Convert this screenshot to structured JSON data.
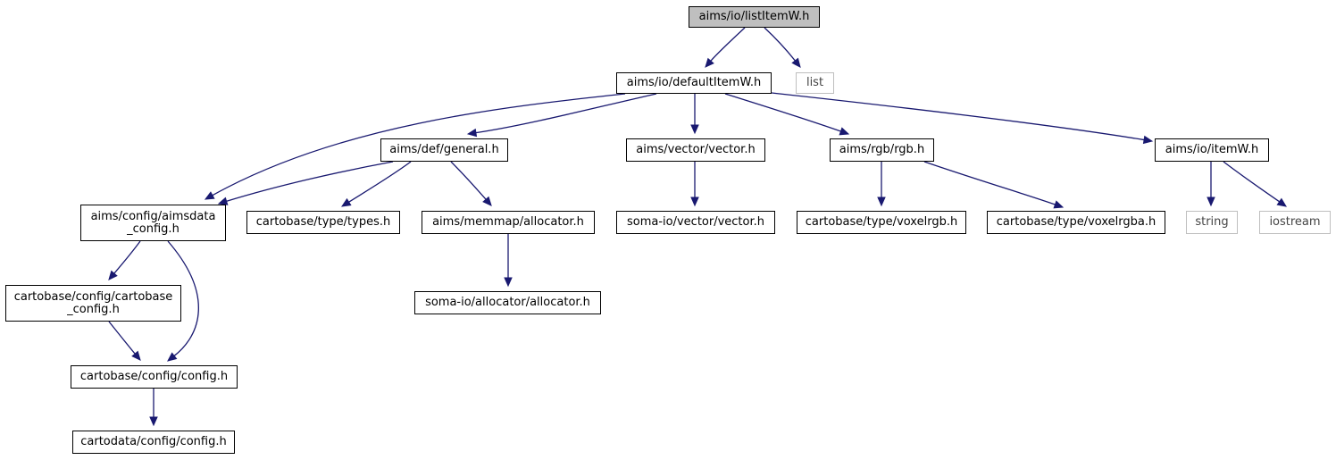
{
  "graph": {
    "edge_color": "#191970",
    "root_fill": "#bfbfbf",
    "external_border": "#bfbfbf",
    "nodes": {
      "listItemW": {
        "label": "aims/io/listItemW.h",
        "kind": "root"
      },
      "defaultItemW": {
        "label": "aims/io/defaultItemW.h",
        "kind": "documented"
      },
      "list": {
        "label": "list",
        "kind": "external"
      },
      "aimsdata_config": {
        "label": "aims/config/aimsdata\n_config.h",
        "kind": "documented"
      },
      "general": {
        "label": "aims/def/general.h",
        "kind": "documented"
      },
      "vector": {
        "label": "aims/vector/vector.h",
        "kind": "documented"
      },
      "rgb": {
        "label": "aims/rgb/rgb.h",
        "kind": "documented"
      },
      "itemW": {
        "label": "aims/io/itemW.h",
        "kind": "documented"
      },
      "types": {
        "label": "cartobase/type/types.h",
        "kind": "documented"
      },
      "allocator": {
        "label": "aims/memmap/allocator.h",
        "kind": "documented"
      },
      "soma_vector": {
        "label": "soma-io/vector/vector.h",
        "kind": "documented"
      },
      "voxelrgb": {
        "label": "cartobase/type/voxelrgb.h",
        "kind": "documented"
      },
      "voxelrgba": {
        "label": "cartobase/type/voxelrgba.h",
        "kind": "documented"
      },
      "string": {
        "label": "string",
        "kind": "external"
      },
      "iostream": {
        "label": "iostream",
        "kind": "external"
      },
      "cartobase_config": {
        "label": "cartobase/config/cartobase\n_config.h",
        "kind": "documented"
      },
      "soma_allocator": {
        "label": "soma-io/allocator/allocator.h",
        "kind": "documented"
      },
      "cartobase_cfg": {
        "label": "cartobase/config/config.h",
        "kind": "documented"
      },
      "cartodata_cfg": {
        "label": "cartodata/config/config.h",
        "kind": "documented"
      }
    },
    "edges": [
      [
        "listItemW",
        "defaultItemW"
      ],
      [
        "listItemW",
        "list"
      ],
      [
        "defaultItemW",
        "aimsdata_config"
      ],
      [
        "defaultItemW",
        "general"
      ],
      [
        "defaultItemW",
        "vector"
      ],
      [
        "defaultItemW",
        "rgb"
      ],
      [
        "defaultItemW",
        "itemW"
      ],
      [
        "general",
        "aimsdata_config"
      ],
      [
        "general",
        "types"
      ],
      [
        "general",
        "allocator"
      ],
      [
        "vector",
        "soma_vector"
      ],
      [
        "rgb",
        "voxelrgb"
      ],
      [
        "rgb",
        "voxelrgba"
      ],
      [
        "itemW",
        "string"
      ],
      [
        "itemW",
        "iostream"
      ],
      [
        "allocator",
        "soma_allocator"
      ],
      [
        "aimsdata_config",
        "cartobase_config"
      ],
      [
        "aimsdata_config",
        "cartobase_cfg"
      ],
      [
        "cartobase_config",
        "cartobase_cfg"
      ],
      [
        "cartobase_cfg",
        "cartodata_cfg"
      ]
    ]
  }
}
